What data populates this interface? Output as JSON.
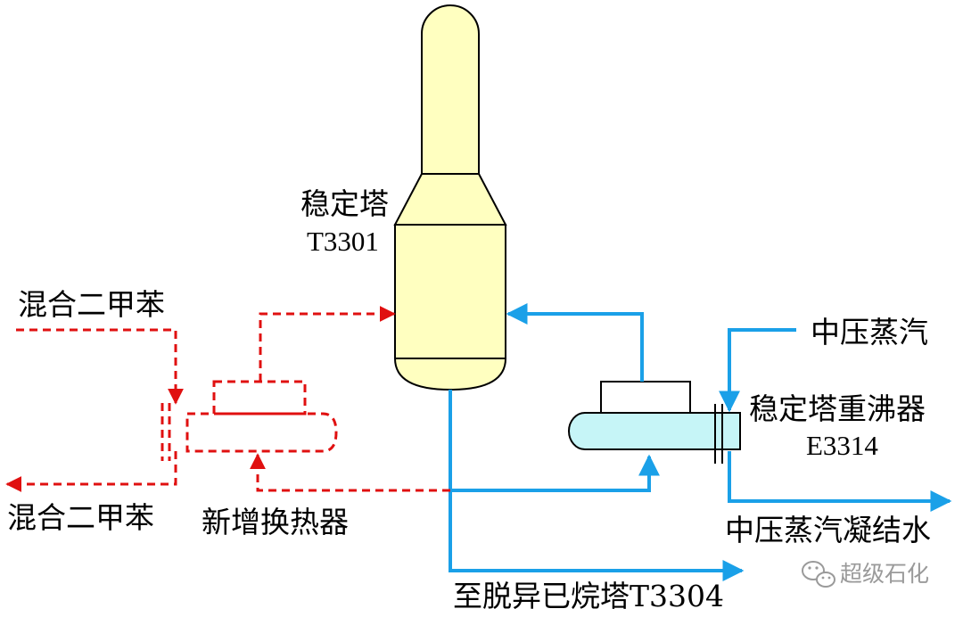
{
  "labels": {
    "tower_name": "稳定塔",
    "tower_tag": "T3301",
    "feed_in": "混合二甲苯",
    "feed_out": "混合二甲苯",
    "new_exchanger": "新增换热器",
    "mp_steam": "中压蒸汽",
    "reboiler_name": "稳定塔重沸器",
    "reboiler_tag": "E3314",
    "condensate": "中压蒸汽凝结水",
    "bottoms_to": "至脱异已烷塔T3304"
  },
  "watermark": {
    "text": "超级石化",
    "icon": "wechat-icon"
  },
  "colors": {
    "tower_fill": "#ffffc0",
    "reboiler_fill": "#c6f5f7",
    "blue_line": "#1aa0e8",
    "red_dashed": "#e01010",
    "outline": "#000000"
  }
}
